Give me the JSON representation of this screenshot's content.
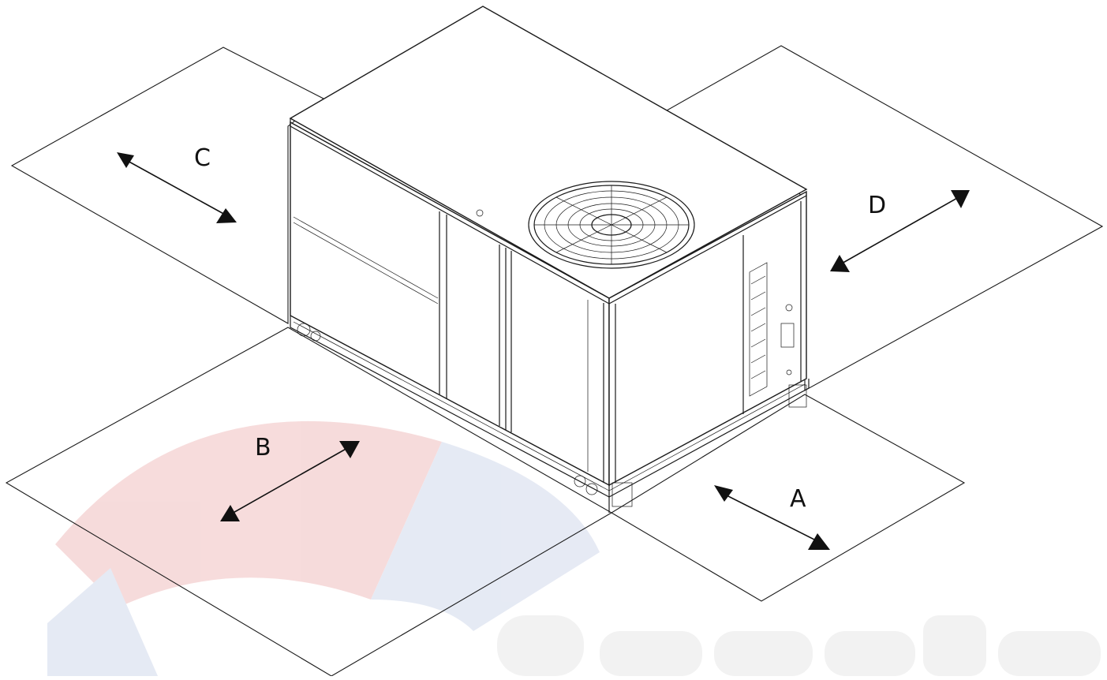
{
  "labels": {
    "a": "A",
    "b": "B",
    "c": "C",
    "d": "D"
  },
  "colors": {
    "line": "#1a1a1a",
    "watermark_red": "#f6d8d8",
    "watermark_blue": "#e3e8f3",
    "watermark_gray": "#f1f1f1"
  },
  "icons": {
    "unit": "rooftop-hvac-unit-icon",
    "fan": "condenser-fan-icon",
    "watermark": "watermark-logo-icon"
  }
}
